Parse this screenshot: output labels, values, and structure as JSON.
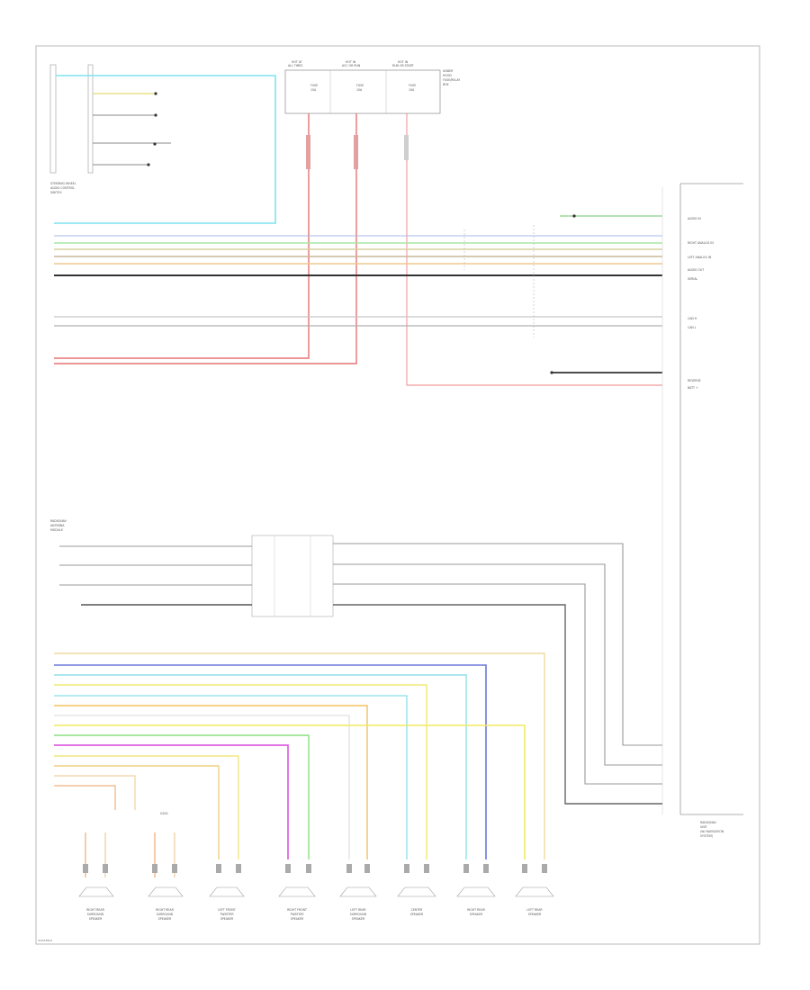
{
  "footer_code": "W0058814",
  "fuses": [
    {
      "title": "HOT AT",
      "sub": "ALL TIMES",
      "fuse": "FUSE",
      "amp": "15A"
    },
    {
      "title": "HOT IN",
      "sub": "ACC OR RUN",
      "fuse": "FUSE",
      "amp": "10A"
    },
    {
      "title": "HOT IN",
      "sub": "RUN OR START",
      "fuse": "FUSE",
      "amp": "10A"
    }
  ],
  "fuse_box_label": [
    "UNDER",
    "HOOD",
    "FUSE/RELAY",
    "BOX"
  ],
  "ground_label": "G200",
  "speakers": [
    {
      "name": [
        "RIGHT REAR",
        "SURROUND",
        "SPEAKER"
      ]
    },
    {
      "name": [
        "RIGHT REAR",
        "SURROUND",
        "SPEAKER"
      ]
    },
    {
      "name": [
        "LEFT FRONT",
        "TWEETER",
        "SPEAKER"
      ]
    },
    {
      "name": [
        "RIGHT FRONT",
        "TWEETER",
        "SPEAKER"
      ]
    },
    {
      "name": [
        "LEFT REAR",
        "SURROUND",
        "SPEAKER"
      ]
    },
    {
      "name": [
        "CENTER",
        "SPEAKER"
      ]
    },
    {
      "name": [
        "RIGHT REAR",
        "SPEAKER"
      ]
    },
    {
      "name": [
        "LEFT REAR",
        "SPEAKER"
      ]
    }
  ],
  "module_label": [
    "RADIO/NAV",
    "UNIT",
    "(W/ NAVIGATION",
    "SYSTEM)"
  ],
  "module_pins": [
    "AUDIO IN",
    "RIGHT ANALOG IN",
    "LEFT ANALOG IN",
    "AUDIO OUT",
    "SERIAL",
    "CAN H",
    "CAN L",
    "REVERSE",
    "BATT +"
  ],
  "steering_switch_label": [
    "STEERING WHEEL",
    "AUDIO CONTROL",
    "SWITCH"
  ],
  "antenna_label": [
    "RADIO/NAV",
    "ANTENNA",
    "MODULE"
  ]
}
